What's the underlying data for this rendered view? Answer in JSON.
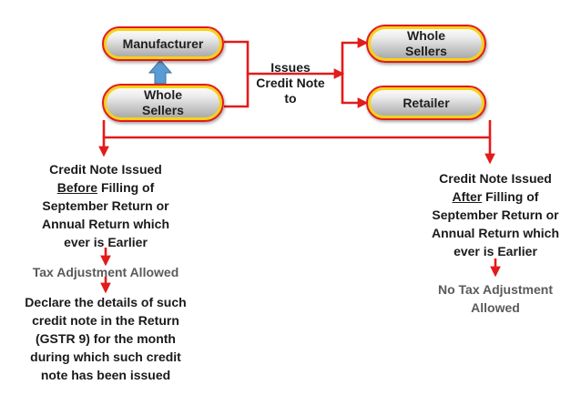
{
  "nodes": {
    "manufacturer": "Manufacturer",
    "whole_sellers_source_line1": "Whole",
    "whole_sellers_source_line2": "Sellers",
    "whole_sellers_target_line1": "Whole",
    "whole_sellers_target_line2": "Sellers",
    "retailer": "Retailer"
  },
  "connector_label": {
    "line1": "Issues",
    "line2": "Credit Note",
    "line3": "to"
  },
  "left_branch": {
    "line1": "Credit Note Issued",
    "line2_emphasis": "Before",
    "line2_rest": " Filling of",
    "line3": "September Return or",
    "line4": "Annual Return which",
    "line5": "ever is Earlier",
    "result": "Tax Adjustment Allowed",
    "detail_line1": "Declare the details of such",
    "detail_line2": "credit note in the Return",
    "detail_line3": "(GSTR 9) for the month",
    "detail_line4": "during which such credit",
    "detail_line5": "note has been issued"
  },
  "right_branch": {
    "line1": "Credit Note Issued",
    "line2_emphasis": "After",
    "line2_rest": " Filling of",
    "line3": "September Return or",
    "line4": "Annual Return which",
    "line5": "ever is Earlier",
    "result_line1": "No Tax Adjustment",
    "result_line2": "Allowed"
  },
  "colors": {
    "connector": "#e31b1b",
    "pill_border": "#e31b1b",
    "pill_inner_ring": "#f6d21a",
    "up_arrow": "#5b9bd5",
    "result_text": "#5a5a5a"
  }
}
